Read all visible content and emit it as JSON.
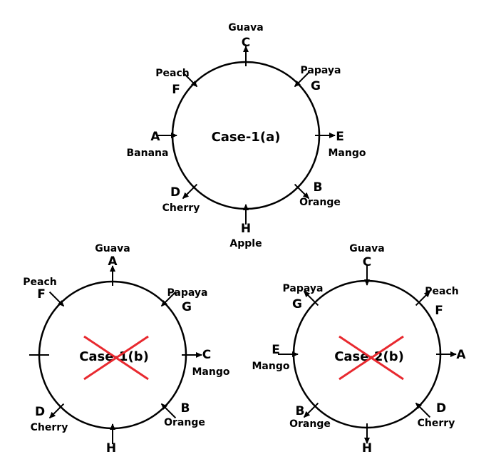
{
  "diagrams": [
    {
      "case_label": "Case-1(a)",
      "crossed_out": false,
      "positions": [
        {
          "letter": "C",
          "fruit": "Guava",
          "facing": "out"
        },
        {
          "letter": "G",
          "fruit": "Papaya",
          "facing": "in"
        },
        {
          "letter": "E",
          "fruit": "Mango",
          "facing": "out"
        },
        {
          "letter": "B",
          "fruit": "Orange",
          "facing": "out"
        },
        {
          "letter": "H",
          "fruit": "Apple",
          "facing": "in"
        },
        {
          "letter": "D",
          "fruit": "Cherry",
          "facing": "out"
        },
        {
          "letter": "A",
          "fruit": "Banana",
          "facing": "in"
        },
        {
          "letter": "F",
          "fruit": "Peach",
          "facing": "in"
        }
      ]
    },
    {
      "case_label": "Case-1(b)",
      "crossed_out": true,
      "positions": [
        {
          "letter": "A",
          "fruit": "Guava",
          "facing": "out"
        },
        {
          "letter": "G",
          "fruit": "Papaya",
          "facing": "in"
        },
        {
          "letter": "C",
          "fruit": "Mango",
          "facing": "out"
        },
        {
          "letter": "B",
          "fruit": "Orange",
          "facing": "in"
        },
        {
          "letter": "H",
          "fruit": "",
          "facing": "in"
        },
        {
          "letter": "D",
          "fruit": "Cherry",
          "facing": "out"
        },
        {
          "letter": "",
          "fruit": "",
          "facing": "none"
        },
        {
          "letter": "F",
          "fruit": "Peach",
          "facing": "in"
        }
      ]
    },
    {
      "case_label": "Case-2(b)",
      "crossed_out": true,
      "positions": [
        {
          "letter": "C",
          "fruit": "Guava",
          "facing": "in"
        },
        {
          "letter": "F",
          "fruit": "Peach",
          "facing": "out"
        },
        {
          "letter": "A",
          "fruit": "",
          "facing": "out"
        },
        {
          "letter": "D",
          "fruit": "Cherry",
          "facing": "in"
        },
        {
          "letter": "H",
          "fruit": "",
          "facing": "out"
        },
        {
          "letter": "B",
          "fruit": "Orange",
          "facing": "out"
        },
        {
          "letter": "E",
          "fruit": "Mango",
          "facing": "in"
        },
        {
          "letter": "G",
          "fruit": "Papaya",
          "facing": "out"
        }
      ]
    }
  ],
  "colors": {
    "line": "#000000",
    "cross": "#e8292f"
  }
}
